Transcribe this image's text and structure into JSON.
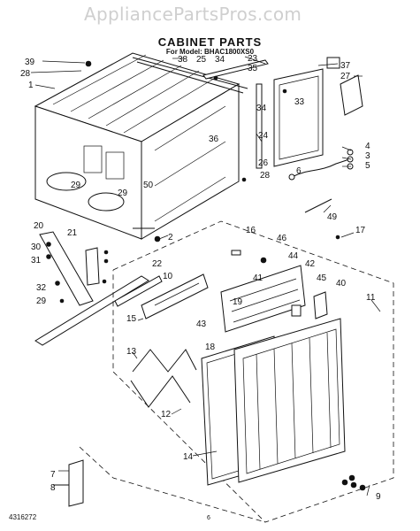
{
  "watermark": "AppliancePartsPros.com",
  "header": {
    "title": "CABINET PARTS",
    "subtitle": "For Model: BHAC1800XS0"
  },
  "footer": {
    "drawing_number": "4316272",
    "page_number": "6"
  },
  "callouts": [
    {
      "label": "39"
    },
    {
      "label": "28"
    },
    {
      "label": "1"
    },
    {
      "label": "38"
    },
    {
      "label": "25"
    },
    {
      "label": "34"
    },
    {
      "label": "23"
    },
    {
      "label": "35"
    },
    {
      "label": "37"
    },
    {
      "label": "27"
    },
    {
      "label": "33"
    },
    {
      "label": "34"
    },
    {
      "label": "36"
    },
    {
      "label": "24"
    },
    {
      "label": "26"
    },
    {
      "label": "4"
    },
    {
      "label": "3"
    },
    {
      "label": "5"
    },
    {
      "label": "6"
    },
    {
      "label": "28"
    },
    {
      "label": "29"
    },
    {
      "label": "50"
    },
    {
      "label": "29"
    },
    {
      "label": "49"
    },
    {
      "label": "2"
    },
    {
      "label": "20"
    },
    {
      "label": "21"
    },
    {
      "label": "16"
    },
    {
      "label": "46"
    },
    {
      "label": "17"
    },
    {
      "label": "30"
    },
    {
      "label": "31"
    },
    {
      "label": "22"
    },
    {
      "label": "10"
    },
    {
      "label": "44"
    },
    {
      "label": "42"
    },
    {
      "label": "32"
    },
    {
      "label": "41"
    },
    {
      "label": "45"
    },
    {
      "label": "40"
    },
    {
      "label": "29"
    },
    {
      "label": "19"
    },
    {
      "label": "11"
    },
    {
      "label": "15"
    },
    {
      "label": "43"
    },
    {
      "label": "18"
    },
    {
      "label": "13"
    },
    {
      "label": "12"
    },
    {
      "label": "14"
    },
    {
      "label": "7"
    },
    {
      "label": "8"
    },
    {
      "label": "9"
    }
  ]
}
